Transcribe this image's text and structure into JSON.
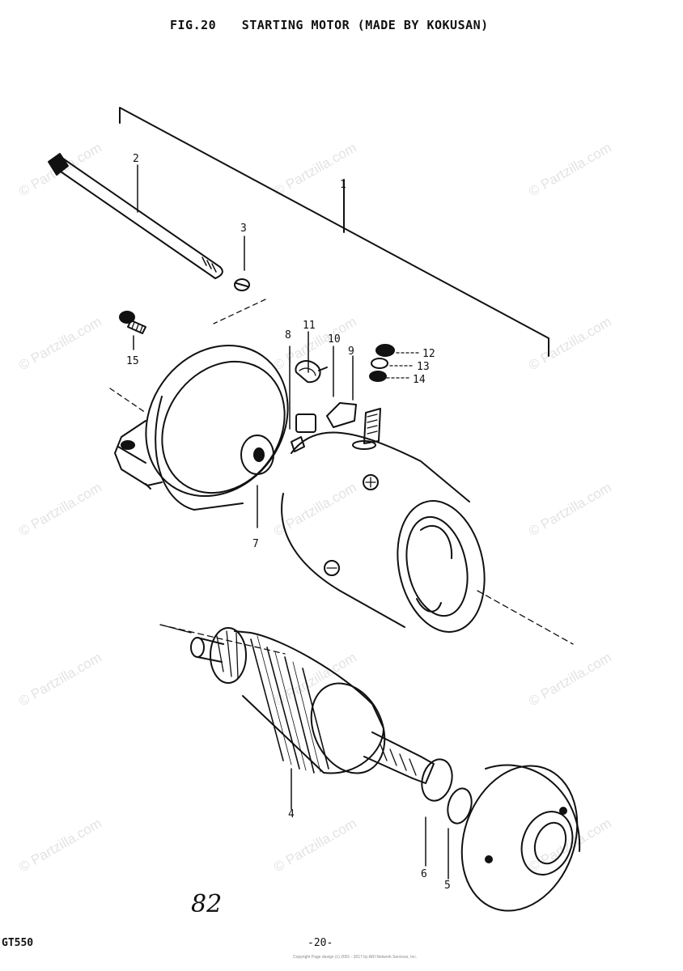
{
  "header": {
    "fig_label": "FIG.20",
    "title": "STARTING MOTOR (MADE BY KOKUSAN)"
  },
  "callouts": {
    "c1": "1",
    "c2": "2",
    "c3": "3",
    "c4": "4",
    "c5": "5",
    "c6": "6",
    "c7": "7",
    "c8": "8",
    "c9": "9",
    "c10": "10",
    "c11": "11",
    "c12": "12",
    "c13": "13",
    "c14": "14",
    "c15": "15"
  },
  "watermark": {
    "text": "© Partzilla.com"
  },
  "footer": {
    "model": "GT550",
    "page_number": "-20-",
    "handwritten": "82",
    "copyright_line": "Copyright\nPage design (c) 2001 - 2017 by ARI Network Services, Inc."
  }
}
